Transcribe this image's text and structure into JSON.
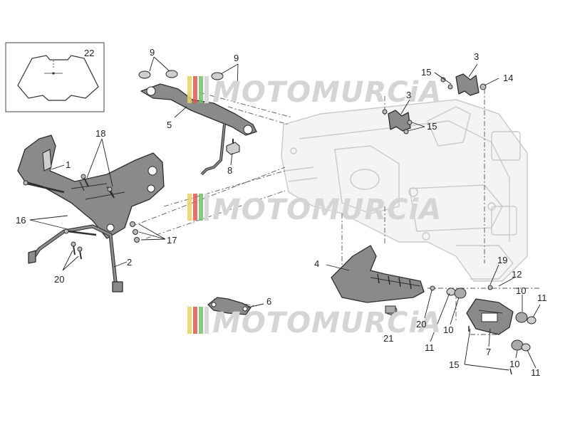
{
  "watermark": {
    "text": "MOTOMURCiA",
    "bar_colors": [
      "#e8d25a",
      "#e4574f",
      "#6cc26a",
      "#d8d8d8"
    ]
  },
  "callouts": {
    "p1": "1",
    "p2": "2",
    "p3a": "3",
    "p3b": "3",
    "p4": "4",
    "p5": "5",
    "p6": "6",
    "p7": "7",
    "p8": "8",
    "p9a": "9",
    "p9b": "9",
    "p10a": "10",
    "p10b": "10",
    "p10c": "10",
    "p11a": "11",
    "p11b": "11",
    "p11c": "11",
    "p12": "12",
    "p14": "14",
    "p15a": "15",
    "p15b": "15",
    "p15c": "15",
    "p16": "16",
    "p17": "17",
    "p18": "18",
    "p19": "19",
    "p20a": "20",
    "p20b": "20",
    "p21": "21",
    "p22": "22"
  }
}
